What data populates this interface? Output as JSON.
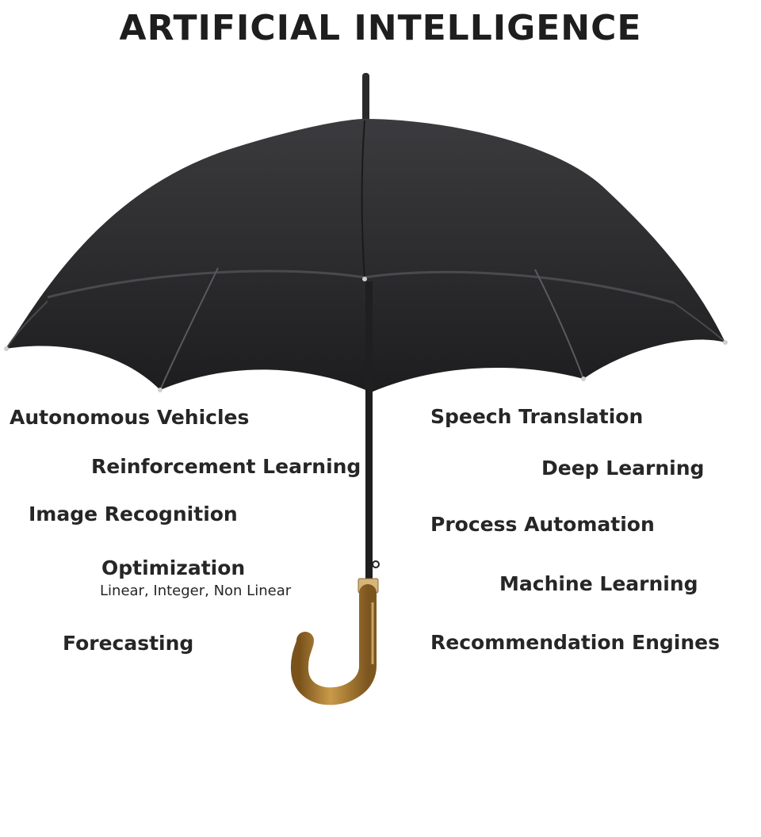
{
  "title": "ARTIFICIAL INTELLIGENCE",
  "left_items": [
    "Autonomous Vehicles",
    "Reinforcement Learning",
    "Image Recognition",
    "Optimization",
    "Forecasting"
  ],
  "optimization_subtitle": "Linear, Integer, Non Linear",
  "right_items": [
    "Speech Translation",
    "Deep Learning",
    "Process Automation",
    "Machine Learning",
    "Recommendation Engines"
  ],
  "colors": {
    "canopy": "#2a2a2c",
    "canopy_highlight": "#3a3a3d",
    "handle": "#a97a30",
    "text": "#262626"
  }
}
